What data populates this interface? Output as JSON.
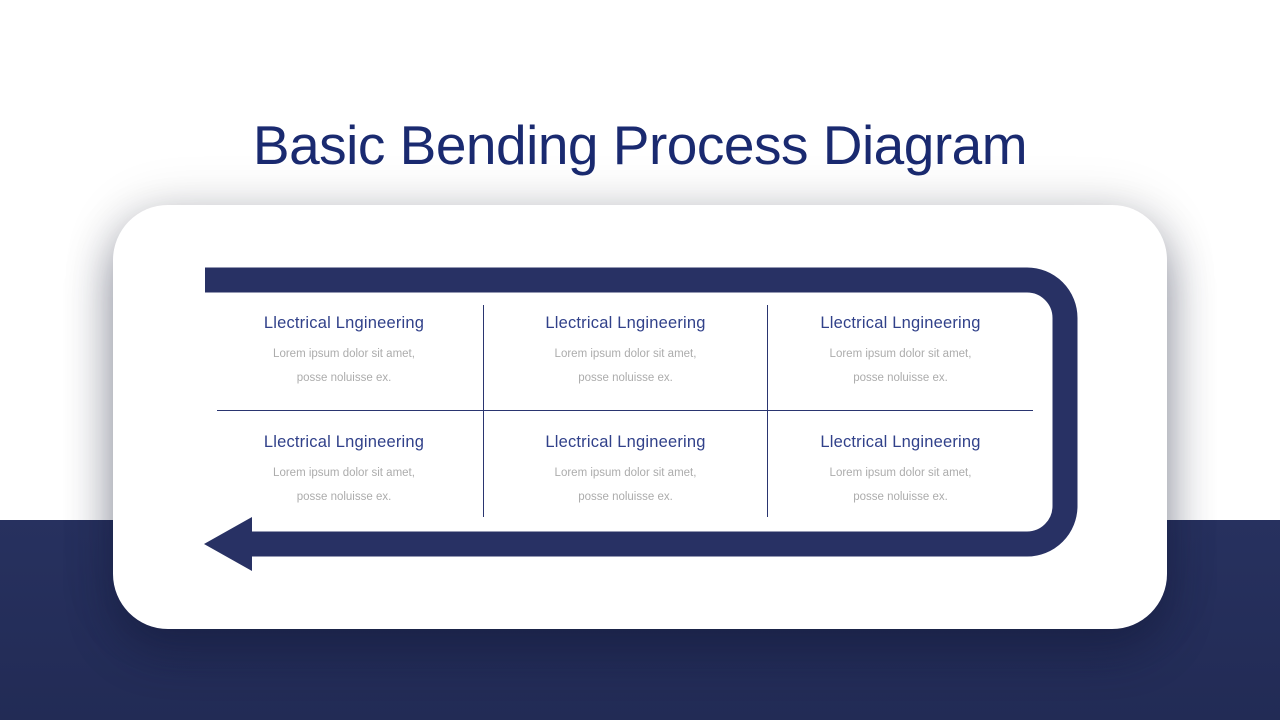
{
  "title": "Basic Bending Process Diagram",
  "colors": {
    "page-bg": "#ffffff",
    "card-bg": "#ffffff",
    "navy": "#283164",
    "bottom-strip": "#27315f",
    "slide-title": "#1a2a70",
    "cell-title": "#31418a",
    "cell-body": "#acacac",
    "divider": "#2a3570"
  },
  "cells": [
    {
      "title": "Llectrical Lngineering",
      "line1": "Lorem ipsum dolor sit amet,",
      "line2": "posse noluisse ex."
    },
    {
      "title": "Llectrical Lngineering",
      "line1": "Lorem ipsum dolor sit amet,",
      "line2": "posse noluisse ex."
    },
    {
      "title": "Llectrical Lngineering",
      "line1": "Lorem ipsum dolor sit amet,",
      "line2": "posse noluisse ex."
    },
    {
      "title": "Llectrical Lngineering",
      "line1": "Lorem ipsum dolor sit amet,",
      "line2": "posse noluisse ex."
    },
    {
      "title": "Llectrical Lngineering",
      "line1": "Lorem ipsum dolor sit amet,",
      "line2": "posse noluisse ex."
    },
    {
      "title": "Llectrical Lngineering",
      "line1": "Lorem ipsum dolor sit amet,",
      "line2": "posse noluisse ex."
    }
  ]
}
